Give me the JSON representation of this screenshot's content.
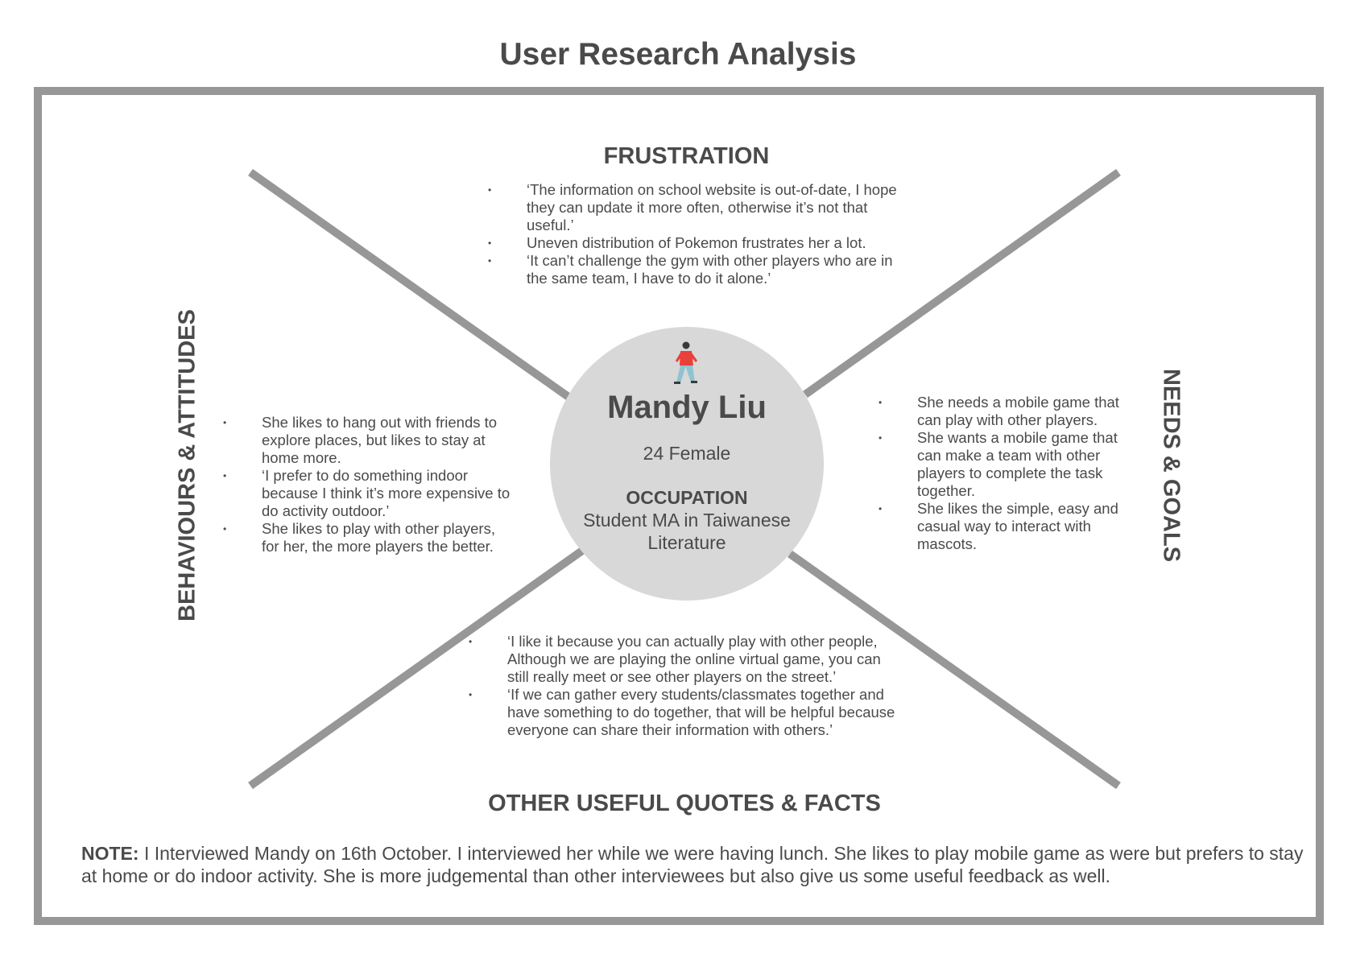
{
  "title": "User Research Analysis",
  "persona": {
    "avatar_icon": "walking-person-icon",
    "name": "Mandy Liu",
    "demographics": "24 Female",
    "occupation_label": "OCCUPATION",
    "occupation_value": "Student MA in Taiwanese Literature"
  },
  "sections": {
    "frustration": {
      "heading": "FRUSTRATION",
      "items": [
        "‘The information on school website is out-of-date, I hope they can update it more often, otherwise it’s not that useful.’",
        "Uneven distribution of Pokemon frustrates her a lot.",
        "‘It can’t challenge the gym with other players who are in the same team, I have to do it alone.’"
      ]
    },
    "behaviours": {
      "heading": "BEHAVIOURS & ATTITUDES",
      "items": [
        "She likes to hang out with friends to explore places, but likes to stay at home more.",
        "‘I prefer to do something indoor because I think it’s more expensive to do activity outdoor.’",
        "She likes to play with other players, for her, the more players the better."
      ]
    },
    "needs": {
      "heading": "NEEDS & GOALS",
      "items": [
        "She needs a mobile game that can play with other players.",
        "She wants a mobile game that can make a team with other players to complete the task together.",
        "She likes the simple, easy and casual way to interact with mascots."
      ]
    },
    "other": {
      "heading": "OTHER USEFUL QUOTES & FACTS",
      "items": [
        "‘I like it because you can actually play with other people, Although we are playing the online virtual game, you can still really meet or see other players on the street.’",
        "‘If we can gather every students/classmates together and have something to do together, that will be helpful because everyone can share their information with others.’"
      ]
    }
  },
  "note": {
    "label": "NOTE:",
    "text": " I Interviewed Mandy on 16th October. I interviewed her while we were having lunch. She likes to play mobile game as were but prefers to stay at home or do indoor activity. She is more judgemental than other interviewees but also give us some useful feedback as well."
  },
  "colors": {
    "frame": "#979797",
    "circle": "#d8d8d8",
    "text": "#4a4a4a",
    "avatar_shirt": "#e8413c",
    "avatar_pants": "#8fc3cf"
  }
}
